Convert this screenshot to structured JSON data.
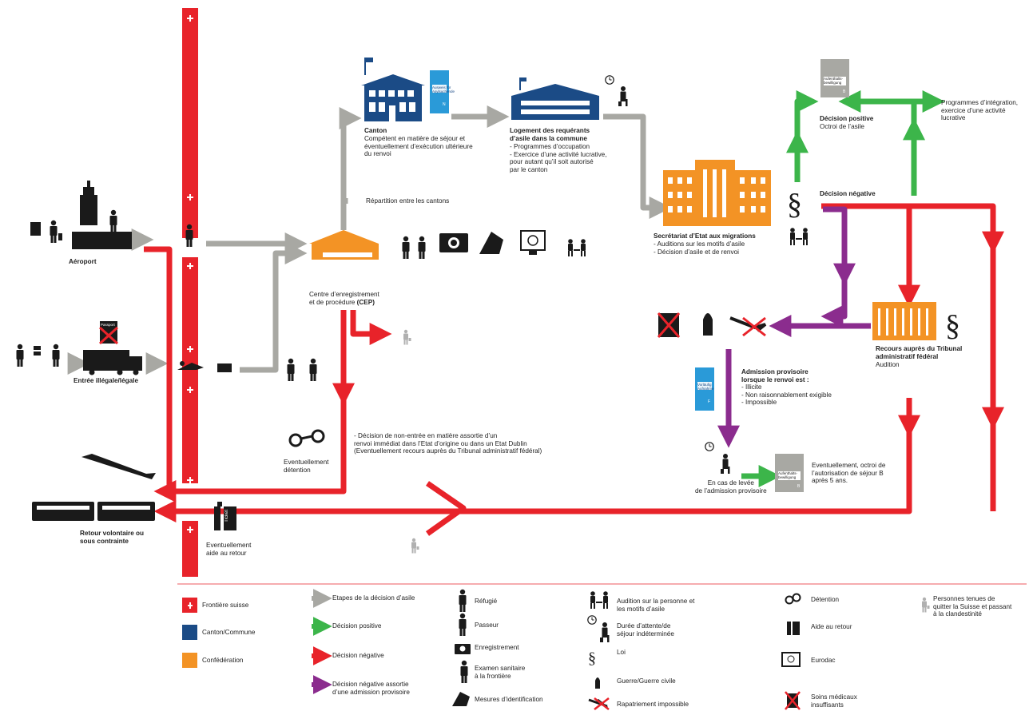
{
  "colors": {
    "red": "#e8232a",
    "grey": "#a8a8a3",
    "green": "#3cb54a",
    "purple": "#8b2c8e",
    "orange": "#f39325",
    "blue": "#1b4b86",
    "black": "#1a1a1a"
  },
  "labels": {
    "aeroport": "Aéroport",
    "entree": "Entrée illégale/légale",
    "retour": "Retour volontaire ou\nsous contrainte",
    "aide_retour": "Eventuellement\naide au retour",
    "detention": "Eventuellement\ndétention",
    "cep_text": "Centre d’enregistrement\net de procédure",
    "cep_bold": "(CEP)",
    "repartition": "Répartition entre les cantons",
    "canton_title": "Canton",
    "canton_desc": "Compétent en matière de séjour et\néventuellement d’exécution ultérieure\ndu renvoi",
    "logement_title": "Logement des requérants\nd’asile dans la commune",
    "logement_desc": "- Programmes d’occupation\n- Exercice d’une activité lucrative,\n  pour autant qu’il soit autorisé\n  par le canton",
    "sem_title": "Secrétariat d’Etat aux migrations",
    "sem_desc": "- Auditions sur les motifs d’asile\n- Décision d’asile et de renvoi",
    "decision_positive_title": "Décision positive",
    "decision_positive_desc": "Octroi de l’asile",
    "programmes": "Programmes d’intégration,\nexercice d’une activité\nlucrative",
    "decision_negative": "Décision négative",
    "recours_title": "Recours auprès du Tribunal\nadministratif fédéral",
    "recours_desc": "Audition",
    "admission_title": "Admission provisoire\nlorsque le renvoi est :",
    "admission_desc": "- Illicite\n- Non raisonnablement exigible\n- Impossible",
    "levee": "En cas de levée\nde l’admission provisoire",
    "octroi_b": "Eventuellement, octroi de\nl’autorisation de séjour B\naprès 5 ans.",
    "non_entree": "- Décision de non-entrée en matière assortie d’un\n  renvoi immédiat dans l’Etat d’origine ou dans un Etat Dublin\n  (Eventuellement recours auprès du Tribunal administratif fédéral)",
    "card_asyl": "Ausweis für\nAsylsuchende",
    "card_asyl_letter": "N",
    "card_vorl": "Vorläufig\nAufnahme",
    "card_vorl_letter": "F",
    "card_b": "Aufenthalts-\nbewilligung",
    "card_b_letter": "B",
    "passport": "Passport",
    "ticket": "Ticket",
    "paragraph": "§"
  },
  "legend": {
    "frontiere": "Frontière suisse",
    "canton": "Canton/Commune",
    "confederation": "Confédération",
    "etapes": "Etapes de la décision d’asile",
    "positive": "Décision positive",
    "negative": "Décision négative",
    "negative_admission": "Décision négative assortie\nd’une admission provisoire",
    "refugie": "Réfugié",
    "passeur": "Passeur",
    "enregistrement": "Enregistrement",
    "examen": "Examen sanitaire\nà la frontière",
    "mesures": "Mesures d’identification",
    "audition": "Audition sur la personne et\nles motifs d’asile",
    "duree": "Durée d’attente/de\nséjour indéterminée",
    "loi": "Loi",
    "guerre": "Guerre/Guerre civile",
    "rapatriement": "Rapatriement impossible",
    "detention": "Détention",
    "aide": "Aide au retour",
    "eurodac": "Eurodac",
    "soins": "Soins médicaux\ninsuffisants",
    "personnes": "Personnes tenues de\nquitter la Suisse et passant\nà la clandestinité"
  }
}
